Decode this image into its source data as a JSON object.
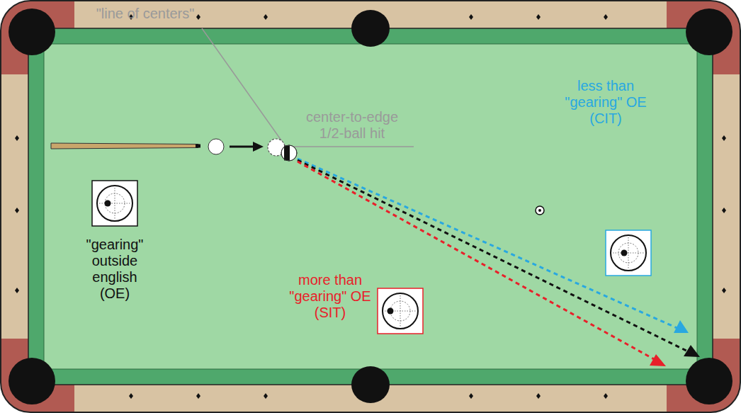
{
  "diagram": {
    "labels": [
      "\"line of centers\"",
      "center-to-edge 1/2-ball hit",
      "less than \"gearing\" OE (CIT)",
      "\"gearing\" outside english (OE)",
      "more than \"gearing\" OE (SIT)"
    ]
  }
}
